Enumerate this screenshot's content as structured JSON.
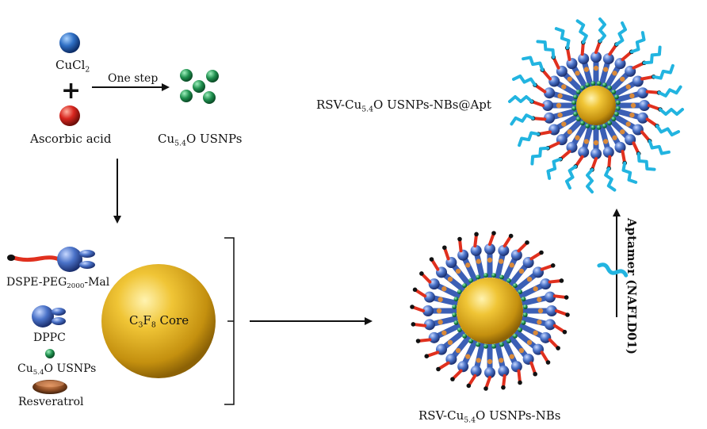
{
  "labels": {
    "cucl2_base": "CuCl",
    "cucl2_sub": "2",
    "plus": "+",
    "ascorbic_acid": "Ascorbic acid",
    "one_step": "One step",
    "usnps_top_a": "Cu",
    "usnps_top_sub": "5.4",
    "usnps_top_b": "O USNPs",
    "dspe_a": "DSPE-PEG",
    "dspe_sub": "2000",
    "dspe_b": "-Mal",
    "dppc": "DPPC",
    "usnps_small_a": "Cu",
    "usnps_small_sub": "5.4",
    "usnps_small_b": "O USNPs",
    "resveratrol": "Resveratrol",
    "core_a": "C",
    "core_sub1": "3",
    "core_b": "F",
    "core_sub2": "8",
    "core_c": " Core",
    "nbs_a": "RSV-Cu",
    "nbs_sub": "5.4",
    "nbs_b": "O USNPs-NBs",
    "apt_a": "RSV-Cu",
    "apt_sub": "5.4",
    "apt_b": "O USNPs-NBs@Apt",
    "aptamer": "Aptamer (NAFLD01)"
  },
  "colors": {
    "cu_blue": "#2f6fc4",
    "ascorbic_red": "#d8261f",
    "usnp_green": "#1f8f4e",
    "gold_core": "#d9a41c",
    "lipid_blue": "#4a72c8",
    "peg_red": "#e0301e",
    "aptamer_cyan": "#22b4e0",
    "resveratrol_brown": "#8a4a22"
  },
  "icons": {
    "cu_sphere": "cu-ion-sphere-icon",
    "ascorbic_sphere": "ascorbic-acid-sphere-icon",
    "nanoparticle_cluster": "nanoparticle-cluster-icon",
    "dspe_lipid": "dspe-peg-lipid-icon",
    "dppc_lipid": "dppc-lipid-icon",
    "green_dot": "usnp-dot-icon",
    "resveratrol_blob": "resveratrol-icon",
    "aptamer_strand": "aptamer-strand-icon"
  }
}
